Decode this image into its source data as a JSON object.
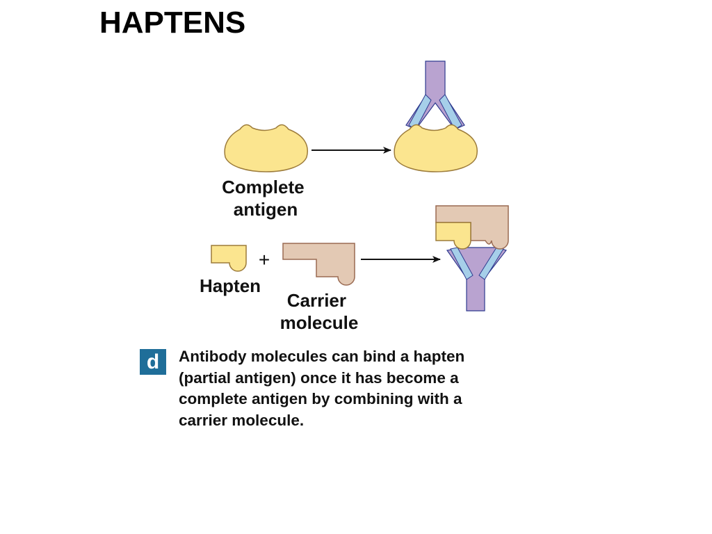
{
  "title": "HAPTENS",
  "labels": {
    "complete_antigen": [
      "Complete",
      "antigen"
    ],
    "hapten": "Hapten",
    "plus": "+",
    "carrier_molecule": [
      "Carrier",
      "molecule"
    ]
  },
  "panel_letter": "d",
  "caption": "Antibody molecules can bind a hapten (partial antigen) once it has become a complete antigen by combining with a carrier molecule.",
  "colors": {
    "antigen_fill": "#fbe58f",
    "antigen_stroke": "#9c7b3a",
    "carrier_fill": "#e3c9b4",
    "carrier_stroke": "#9a6a52",
    "antibody_stem": "#b9a3d0",
    "antibody_light_chain": "#a6cfe9",
    "antibody_stroke": "#2e3b8f",
    "badge": "#1f6e99",
    "arrow": "#111111"
  },
  "icons": [
    "complete-antigen-shape",
    "antibody-y-shape",
    "hapten-shape",
    "carrier-molecule-shape",
    "arrow-right-icon"
  ]
}
